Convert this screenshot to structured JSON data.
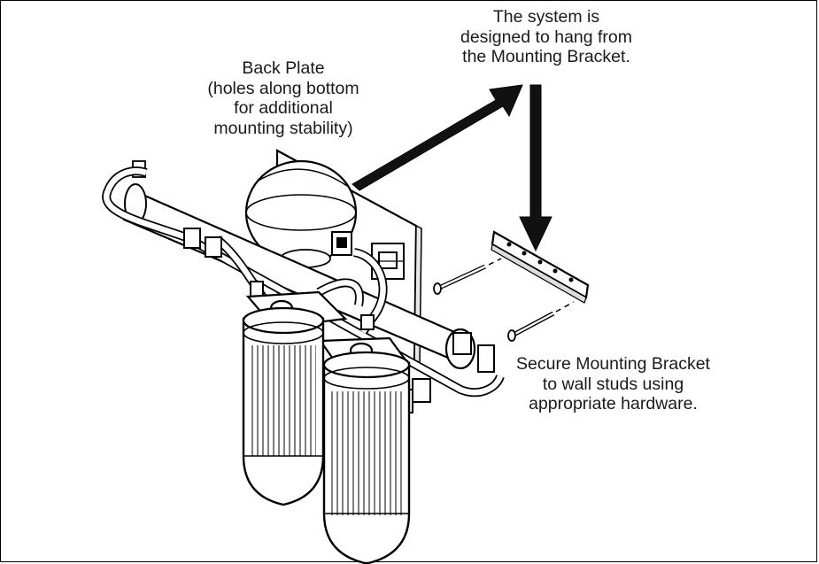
{
  "labels": {
    "back_plate": {
      "line1": "Back Plate",
      "line2": "(holes along bottom",
      "line3": "for additional",
      "line4": "mounting stability)"
    },
    "hang": {
      "line1": "The system is",
      "line2": "designed to hang from",
      "line3": "the Mounting Bracket."
    },
    "secure": {
      "line1": "Secure Mounting Bracket",
      "line2": "to wall studs using",
      "line3": "appropriate hardware."
    }
  },
  "colors": {
    "ink": "#1a1a1a",
    "outline": "#000000",
    "arrow": "#111111",
    "background": "#ffffff"
  }
}
